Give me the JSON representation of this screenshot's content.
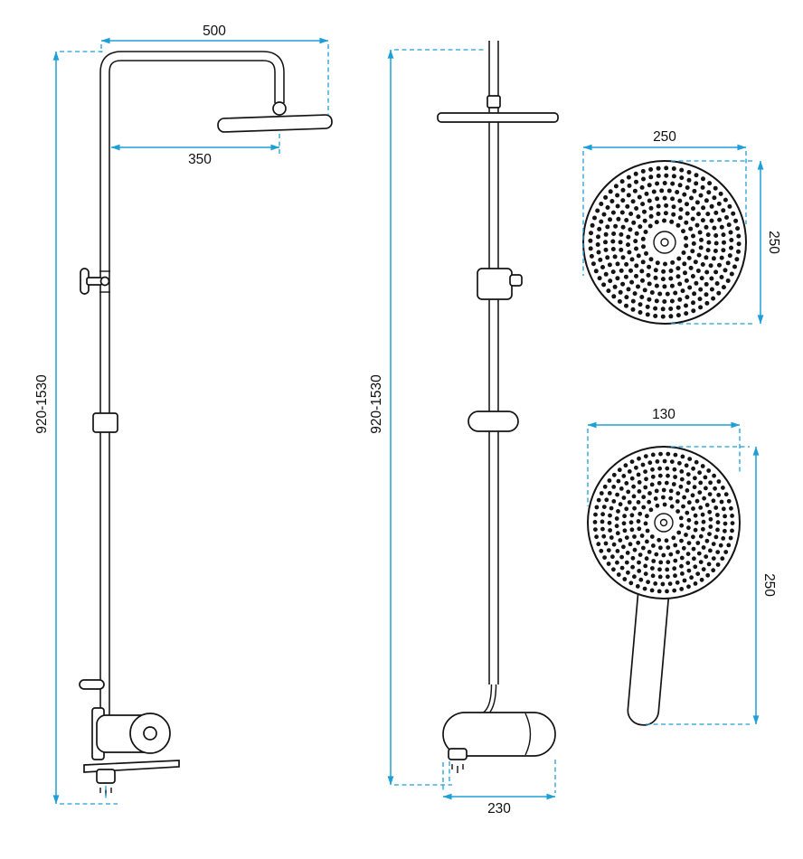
{
  "colors": {
    "dimension": "#1E9FD8",
    "outline": "#141414"
  },
  "front_view": {
    "top_width": "500",
    "arm_reach": "350",
    "height_range": "920-1530"
  },
  "side_view": {
    "height_range": "920-1530",
    "base_depth": "230"
  },
  "head_detail": {
    "width": "250",
    "height": "250"
  },
  "hand_detail": {
    "width": "130",
    "length": "250"
  }
}
